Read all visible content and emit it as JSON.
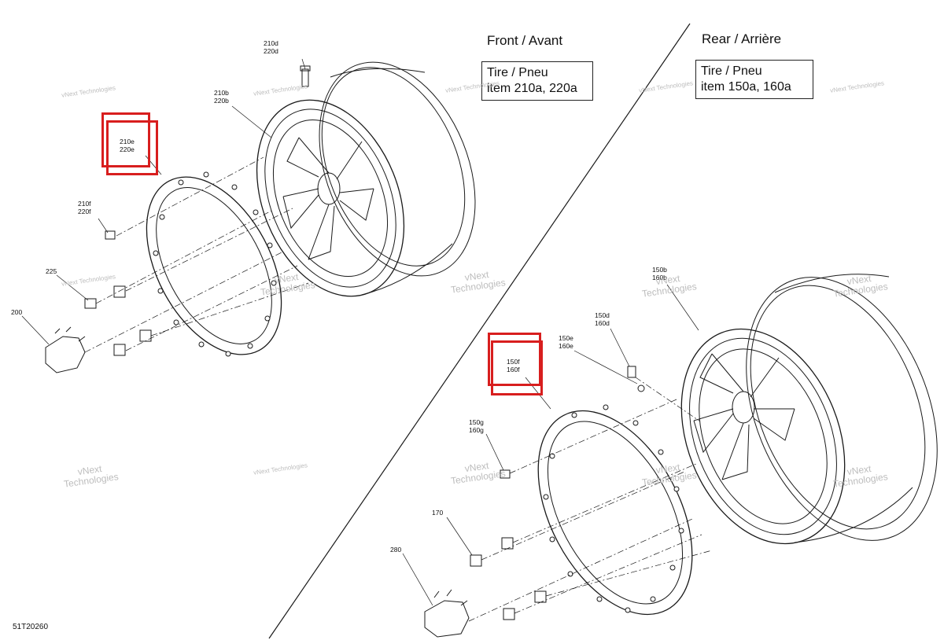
{
  "front": {
    "heading": "Front / Avant",
    "tire_line1": "Tire / Pneu",
    "tire_line2": "item 210a, 220a"
  },
  "rear": {
    "heading": "Rear / Arrière",
    "tire_line1": "Tire / Pneu",
    "tire_line2": "item 150a, 160a"
  },
  "callouts": {
    "c210d": [
      "210d",
      "220d"
    ],
    "c210b": [
      "210b",
      "220b"
    ],
    "c210e": [
      "210e",
      "220e"
    ],
    "c210f": [
      "210f",
      "220f"
    ],
    "c225": [
      "225"
    ],
    "c200": [
      "200"
    ],
    "c150b": [
      "150b",
      "160b"
    ],
    "c150d": [
      "150d",
      "160d"
    ],
    "c150e": [
      "150e",
      "160e"
    ],
    "c150f": [
      "150f",
      "160f"
    ],
    "c150g": [
      "150g",
      "160g"
    ],
    "c170": [
      "170"
    ],
    "c280": [
      "280"
    ]
  },
  "watermark": {
    "line1": "vNext Technologies",
    "line2": "vNext",
    "line3": "Technologies"
  },
  "figure_id": "51T20260",
  "colors": {
    "highlight": "#d81e1e",
    "line": "#1a1a1a",
    "watermark": "#bdbdbd"
  }
}
